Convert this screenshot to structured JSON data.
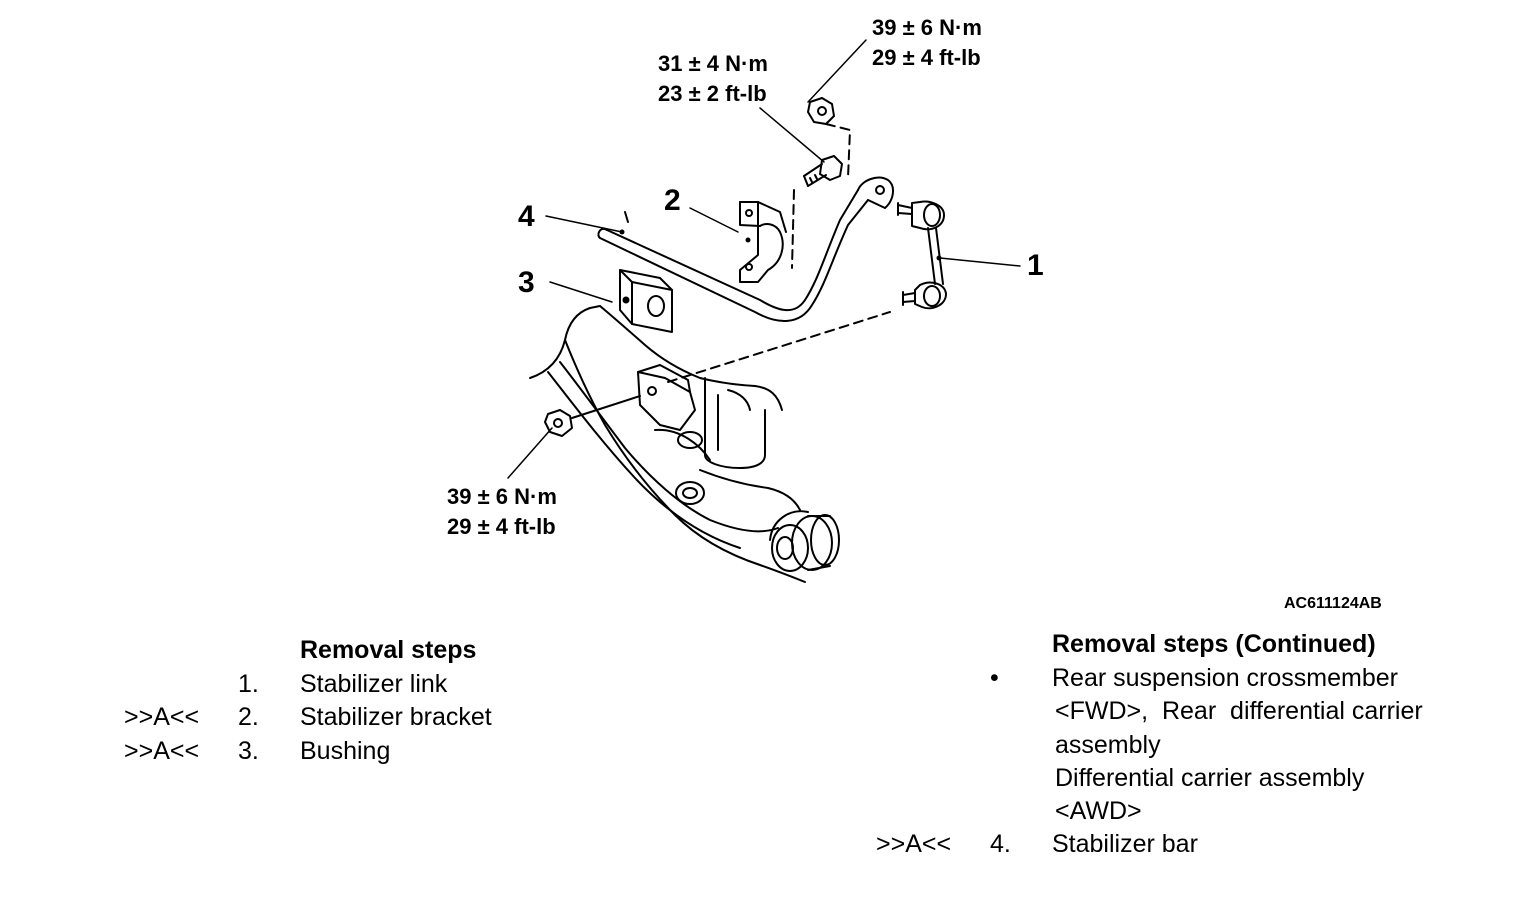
{
  "torque": {
    "top_right": {
      "nm": "39 ± 6 N·m",
      "ftlb": "29 ± 4 ft-lb"
    },
    "top_middle": {
      "nm": "31 ± 4 N·m",
      "ftlb": "23 ± 2 ft-lb"
    },
    "bottom": {
      "nm": "39 ± 6 N·m",
      "ftlb": "29 ± 4 ft-lb"
    }
  },
  "callouts": {
    "c1": "1",
    "c2": "2",
    "c3": "3",
    "c4": "4"
  },
  "figure_id": "AC611124AB",
  "left_list": {
    "heading": "Removal steps",
    "steps": [
      {
        "marker": "",
        "num": "1.",
        "text": "Stabilizer link"
      },
      {
        "marker": ">>A<<",
        "num": "2.",
        "text": "Stabilizer bracket"
      },
      {
        "marker": ">>A<<",
        "num": "3.",
        "text": "Bushing"
      }
    ]
  },
  "right_list": {
    "heading": "Removal steps (Continued)",
    "bullet": "•",
    "bullet_lines": [
      "Rear suspension crossmember",
      "<FWD>,  Rear  differential carrier",
      "assembly",
      "Differential carrier assembly",
      "<AWD>"
    ],
    "step4": {
      "marker": ">>A<<",
      "num": "4.",
      "text": "Stabilizer bar"
    }
  }
}
